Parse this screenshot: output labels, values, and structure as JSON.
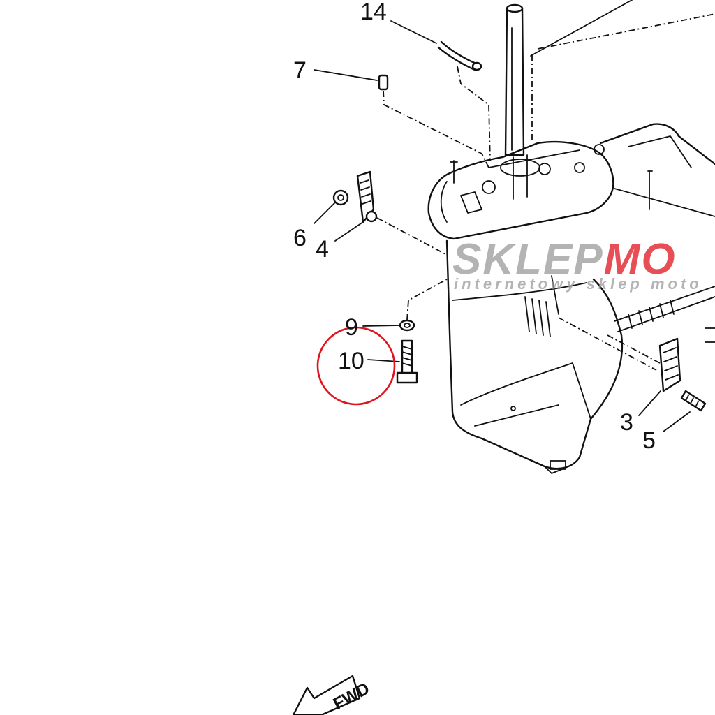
{
  "labels": {
    "part_14": "14",
    "part_7": "7",
    "part_6": "6",
    "part_4": "4",
    "part_9": "9",
    "part_10": "10",
    "part_3": "3",
    "part_5": "5"
  },
  "watermark": {
    "brand_dark": "SKLEP",
    "brand_red": "MO",
    "tagline": "internetowy sklep moto"
  },
  "fwd_marker": "FWD",
  "colors": {
    "line": "#111111",
    "highlight_circle": "#e0141e",
    "watermark_gray": "#9a9a9a",
    "watermark_red": "#e0141e"
  }
}
